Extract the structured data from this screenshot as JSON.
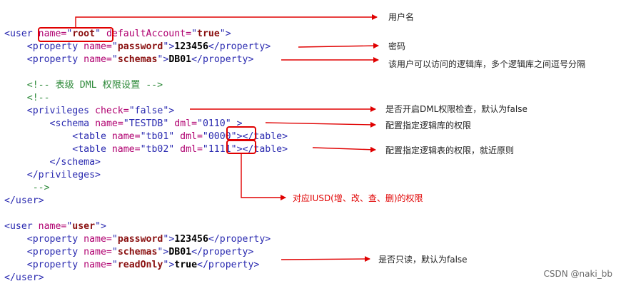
{
  "code_lines": [
    {
      "indent": "",
      "parts": [
        [
          "tag",
          "<user "
        ],
        [
          "attr",
          "name="
        ],
        [
          "valplain",
          "\""
        ],
        [
          "val",
          "root"
        ],
        [
          "valplain",
          "\""
        ],
        [
          "tag",
          " "
        ],
        [
          "attr",
          "defaultAccount="
        ],
        [
          "valplain",
          "\""
        ],
        [
          "val",
          "true"
        ],
        [
          "valplain",
          "\""
        ],
        [
          "tag",
          ">"
        ]
      ]
    },
    {
      "indent": "    ",
      "parts": [
        [
          "tag",
          "<property "
        ],
        [
          "attr",
          "name="
        ],
        [
          "valplain",
          "\""
        ],
        [
          "val",
          "password"
        ],
        [
          "valplain",
          "\""
        ],
        [
          "tag",
          ">"
        ],
        [
          "txt",
          "123456"
        ],
        [
          "tag",
          "</property>"
        ]
      ]
    },
    {
      "indent": "    ",
      "parts": [
        [
          "tag",
          "<property "
        ],
        [
          "attr",
          "name="
        ],
        [
          "valplain",
          "\""
        ],
        [
          "val",
          "schemas"
        ],
        [
          "valplain",
          "\""
        ],
        [
          "tag",
          ">"
        ],
        [
          "txt",
          "DB01"
        ],
        [
          "tag",
          "</property>"
        ]
      ]
    },
    {
      "indent": "",
      "parts": []
    },
    {
      "indent": "    ",
      "parts": [
        [
          "cmt",
          "<!-- 表级 DML 权限设置 -->"
        ]
      ]
    },
    {
      "indent": "    ",
      "parts": [
        [
          "cmt",
          "<!--"
        ]
      ]
    },
    {
      "indent": "    ",
      "parts": [
        [
          "tag",
          "<privileges "
        ],
        [
          "attr",
          "check="
        ],
        [
          "valplain",
          "\"false\""
        ],
        [
          "tag",
          ">"
        ]
      ]
    },
    {
      "indent": "        ",
      "parts": [
        [
          "tag",
          "<schema "
        ],
        [
          "attr",
          "name="
        ],
        [
          "valplain",
          "\"TESTDB\""
        ],
        [
          "tag",
          " "
        ],
        [
          "attr",
          "dml="
        ],
        [
          "valplain",
          "\"0110\""
        ],
        [
          "tag",
          " >"
        ]
      ]
    },
    {
      "indent": "            ",
      "parts": [
        [
          "tag",
          "<table "
        ],
        [
          "attr",
          "name="
        ],
        [
          "valplain",
          "\"tb01\""
        ],
        [
          "tag",
          " "
        ],
        [
          "attr",
          "dml="
        ],
        [
          "valplain",
          "\"0000\""
        ],
        [
          "tag",
          "></table>"
        ]
      ]
    },
    {
      "indent": "            ",
      "parts": [
        [
          "tag",
          "<table "
        ],
        [
          "attr",
          "name="
        ],
        [
          "valplain",
          "\"tb02\""
        ],
        [
          "tag",
          " "
        ],
        [
          "attr",
          "dml="
        ],
        [
          "valplain",
          "\"1111\""
        ],
        [
          "tag",
          "></table>"
        ]
      ]
    },
    {
      "indent": "        ",
      "parts": [
        [
          "tag",
          "</schema>"
        ]
      ]
    },
    {
      "indent": "    ",
      "parts": [
        [
          "tag",
          "</privileges>"
        ]
      ]
    },
    {
      "indent": "     ",
      "parts": [
        [
          "cmt",
          "-->"
        ]
      ]
    },
    {
      "indent": "",
      "parts": [
        [
          "tag",
          "</user>"
        ]
      ]
    },
    {
      "indent": "",
      "parts": []
    },
    {
      "indent": "",
      "parts": [
        [
          "tag",
          "<user "
        ],
        [
          "attr",
          "name="
        ],
        [
          "valplain",
          "\""
        ],
        [
          "val",
          "user"
        ],
        [
          "valplain",
          "\""
        ],
        [
          "tag",
          ">"
        ]
      ]
    },
    {
      "indent": "    ",
      "parts": [
        [
          "tag",
          "<property "
        ],
        [
          "attr",
          "name="
        ],
        [
          "valplain",
          "\""
        ],
        [
          "val",
          "password"
        ],
        [
          "valplain",
          "\""
        ],
        [
          "tag",
          ">"
        ],
        [
          "txt",
          "123456"
        ],
        [
          "tag",
          "</property>"
        ]
      ]
    },
    {
      "indent": "    ",
      "parts": [
        [
          "tag",
          "<property "
        ],
        [
          "attr",
          "name="
        ],
        [
          "valplain",
          "\""
        ],
        [
          "val",
          "schemas"
        ],
        [
          "valplain",
          "\""
        ],
        [
          "tag",
          ">"
        ],
        [
          "txt",
          "DB01"
        ],
        [
          "tag",
          "</property>"
        ]
      ]
    },
    {
      "indent": "    ",
      "parts": [
        [
          "tag",
          "<property "
        ],
        [
          "attr",
          "name="
        ],
        [
          "valplain",
          "\""
        ],
        [
          "val",
          "readOnly"
        ],
        [
          "valplain",
          "\""
        ],
        [
          "tag",
          ">"
        ],
        [
          "txt",
          "true"
        ],
        [
          "tag",
          "</property>"
        ]
      ]
    },
    {
      "indent": "",
      "parts": [
        [
          "tag",
          "</user>"
        ]
      ]
    }
  ],
  "annotations": {
    "username": "用户名",
    "password": "密码",
    "schemas": "该用户可以访问的逻辑库，多个逻辑库之间逗号分隔",
    "privileges_check": "是否开启DML权限检查，默认为false",
    "schema_priv": "配置指定逻辑库的权限",
    "table_priv": "配置指定逻辑表的权限，就近原则",
    "iusd": "对应IUSD(增、改、查、删)的权限",
    "readonly": "是否只读，默认为false"
  },
  "watermark": "CSDN @naki_bb",
  "colors": {
    "arrow": "#e00000",
    "tag": "#2a2ab0",
    "attr": "#b00070",
    "value": "#8a1010",
    "comment": "#2e8a3a"
  }
}
